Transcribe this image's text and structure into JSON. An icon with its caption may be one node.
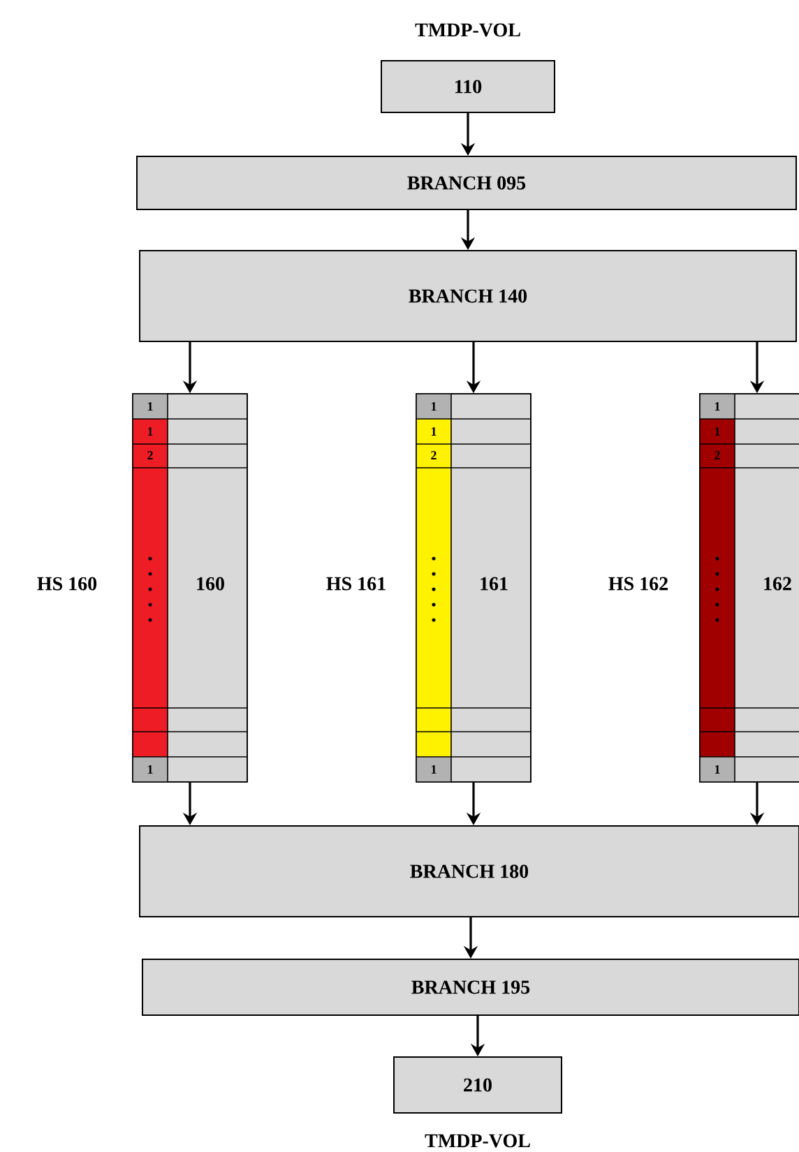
{
  "diagram": {
    "nodes": [
      {
        "text": [
          "TMDP-VOL",
          "110"
        ]
      },
      {
        "text": [
          "BRANCH 095"
        ]
      },
      {
        "text": [
          "BRANCH 140"
        ]
      },
      {
        "text": [
          "160"
        ],
        "beside": [
          "HS 160"
        ]
      },
      {
        "text": [
          "161"
        ],
        "beside": [
          "HS 161"
        ]
      },
      {
        "text": [
          "162"
        ],
        "beside": [
          "HS 162"
        ]
      },
      {
        "text": [
          "BRANCH 180"
        ]
      },
      {
        "text": [
          "BRANCH 195"
        ]
      },
      {
        "text": [
          "210",
          "TMDP-VOL"
        ]
      }
    ],
    "edges": [
      {
        "from": 0,
        "to": 1,
        "arrow": "to"
      },
      {
        "from": 1,
        "to": 2,
        "arrow": "to"
      },
      {
        "from": 2,
        "to": 3,
        "arrow": "to"
      },
      {
        "from": 2,
        "to": 4,
        "arrow": "to"
      },
      {
        "from": 2,
        "to": 5,
        "arrow": "to"
      },
      {
        "from": 3,
        "to": 6,
        "arrow": "to"
      },
      {
        "from": 4,
        "to": 6,
        "arrow": "to"
      },
      {
        "from": 5,
        "to": 6,
        "arrow": "to"
      },
      {
        "from": 6,
        "to": 7,
        "arrow": "to"
      },
      {
        "from": 7,
        "to": 8,
        "arrow": "to"
      }
    ],
    "labels": [
      "1",
      "1",
      "2",
      "1",
      "1",
      "1",
      "2",
      "1",
      "1",
      "1",
      "2",
      "1"
    ]
  }
}
